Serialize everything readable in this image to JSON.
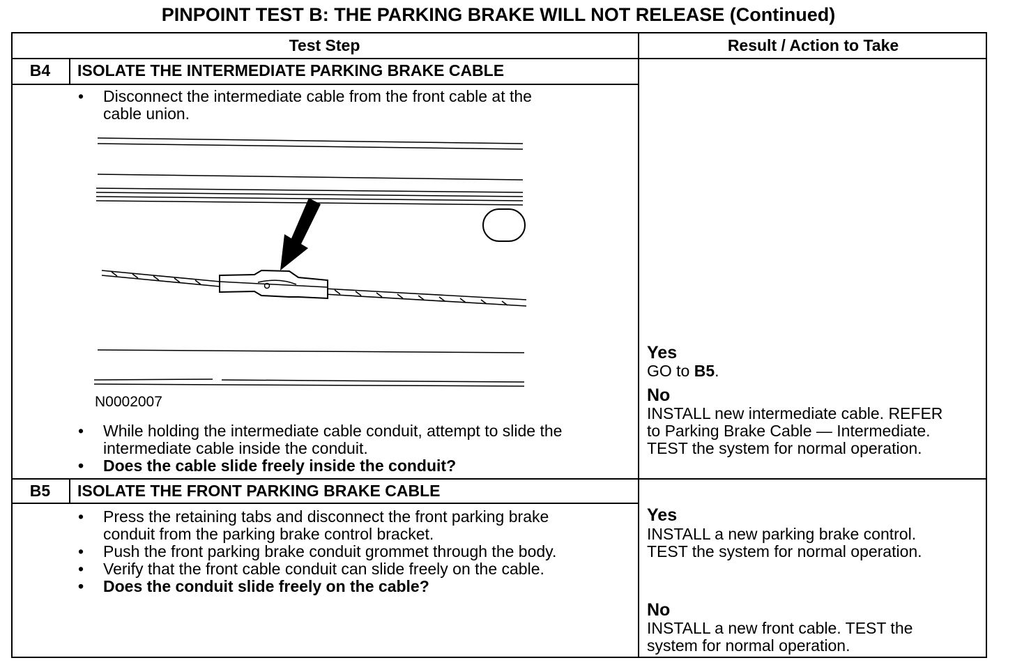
{
  "title": "PINPOINT TEST B: THE PARKING BRAKE WILL NOT RELEASE (Continued)",
  "headers": {
    "step": "Test Step",
    "result": "Result / Action to Take"
  },
  "b4": {
    "id": "B4",
    "heading": "ISOLATE THE INTERMEDIATE PARKING BRAKE CABLE",
    "bullet1_line1": "Disconnect the intermediate cable from the front cable at the",
    "bullet1_line2": "cable union.",
    "figure_id": "N0002007",
    "bullet2_line1": "While holding the intermediate cable conduit, attempt to slide the",
    "bullet2_line2": "intermediate cable inside the conduit.",
    "question": "Does the cable slide freely inside the conduit?",
    "yes_label": "Yes",
    "yes_prefix": "GO to ",
    "yes_target": "B5",
    "yes_suffix": ".",
    "no_label": "No",
    "no_line1": "INSTALL new intermediate cable. REFER",
    "no_line2": "to Parking Brake Cable — Intermediate.",
    "no_line3": "TEST the system for normal operation."
  },
  "b5": {
    "id": "B5",
    "heading": "ISOLATE THE FRONT PARKING BRAKE CABLE",
    "bullet1_line1": "Press the retaining tabs and disconnect the front parking brake",
    "bullet1_line2": "conduit from the parking brake control bracket.",
    "bullet2": "Push the front parking brake conduit grommet through the body.",
    "bullet3": "Verify that the front cable conduit can slide freely on the cable.",
    "question": "Does the conduit slide freely on the cable?",
    "yes_label": "Yes",
    "yes_line1": "INSTALL a new parking brake control.",
    "yes_line2": "TEST the system for normal operation.",
    "no_label": "No",
    "no_line1": "INSTALL a new front cable. TEST the",
    "no_line2": "system for normal operation."
  }
}
